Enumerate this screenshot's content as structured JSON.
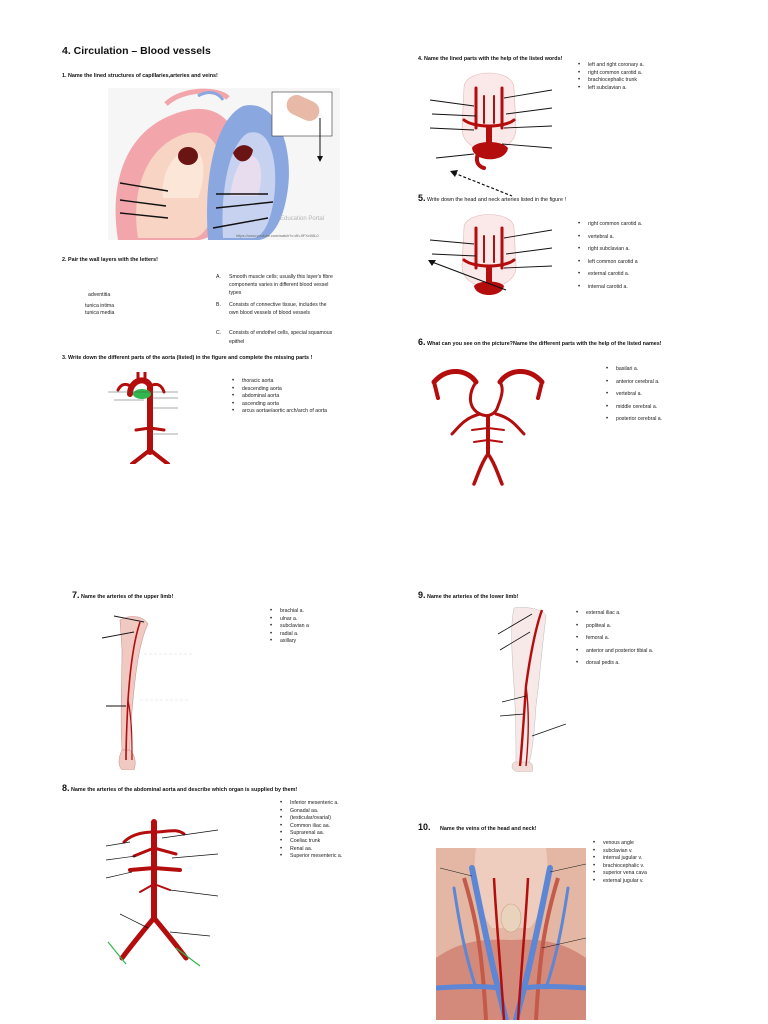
{
  "page_title": "4. Circulation – Blood vessels",
  "q1": {
    "text": "1. Name the lined structures of capillaries,arteries and veins!",
    "image_caption": "https://www.youtube.com/watch?v=8h-9FXvX8L0",
    "watermark": "Education Portal"
  },
  "q2": {
    "text": "2. Pair the wall layers with the letters!",
    "layers": [
      "adventitia",
      "tunica intima",
      "tunica media"
    ],
    "options": [
      {
        "letter": "A.",
        "lines": [
          "Smooth muscle cells; usually this layer's fibre",
          "components varies in different blood vessel",
          "types"
        ]
      },
      {
        "letter": "B.",
        "lines": [
          "Consists of connective tissue, includes the",
          "own blood vessels of blood vessels"
        ]
      },
      {
        "letter": "C.",
        "lines": [
          "Consists of endothel cells, special squamous",
          "epithel"
        ]
      }
    ]
  },
  "q3": {
    "text": "3. Write down the different parts of the aorta (listed) in the figure and complete the missing parts !",
    "items": [
      "thoracic aorta",
      "descending aorta",
      "abdominal aorta",
      "ascending aorta",
      "arcus aortae/aortic arch/arch of aorta"
    ]
  },
  "q4": {
    "text": "4. Name the lined parts with the help of the listed words!",
    "items": [
      "left and right coronary a.",
      "right common carotid a.",
      "brachiocephalic trunk",
      "left subclavian a."
    ]
  },
  "q5": {
    "num": "5.",
    "text": "Write down the head and neck arteries listed in the figure !",
    "items": [
      "right common carotid a.",
      "vertebral a.",
      "right subclavian a.",
      "left common carotid a",
      "external carotid a.",
      "internal carotid a."
    ]
  },
  "q6": {
    "num": "6.",
    "text": "What can you see on the picture?Name the different parts with the help of the listed names!",
    "items": [
      "basilari a.",
      "anterior cerebral a.",
      "vertebral a.",
      "middle cerebral a.",
      "posterior cerebral a."
    ]
  },
  "q7": {
    "num": "7.",
    "text": "Name the arteries of the upper limb!",
    "items": [
      "brachial a.",
      "ulnar a.",
      "subclavian a",
      "radial a.",
      "axillary"
    ]
  },
  "q8": {
    "num": "8.",
    "text": "Name the arteries of the abdominal aorta and describe which organ is supplied by them!",
    "items": [
      "Inferior mesenteric a.",
      "Gonadal aa.",
      "(testicular/ovarial)",
      "Common iliac aa.",
      "Suprarenal aa.",
      "Coeliac trunk",
      "Renal aa.",
      "Superior mesenteric a."
    ]
  },
  "q9": {
    "num": "9.",
    "text": "Name the arteries of the lower limb!",
    "items": [
      "external iliac a.",
      "popliteal a.",
      "femoral a.",
      "anterior and posterior tibial a.",
      "dorsal pedis a."
    ]
  },
  "q10": {
    "num": "10.",
    "text": "Name the veins of the head and neck!",
    "items": [
      "venous angle",
      "subclavian v.",
      "internal jugular v.",
      "brachiocephalic v.",
      "superior vena cava",
      "external jugular v."
    ]
  },
  "colors": {
    "artery": "#b30d0d",
    "artery_light": "#f2a6ac",
    "vein": "#6d8fd0",
    "aorta_marker": "#2fb84d"
  }
}
